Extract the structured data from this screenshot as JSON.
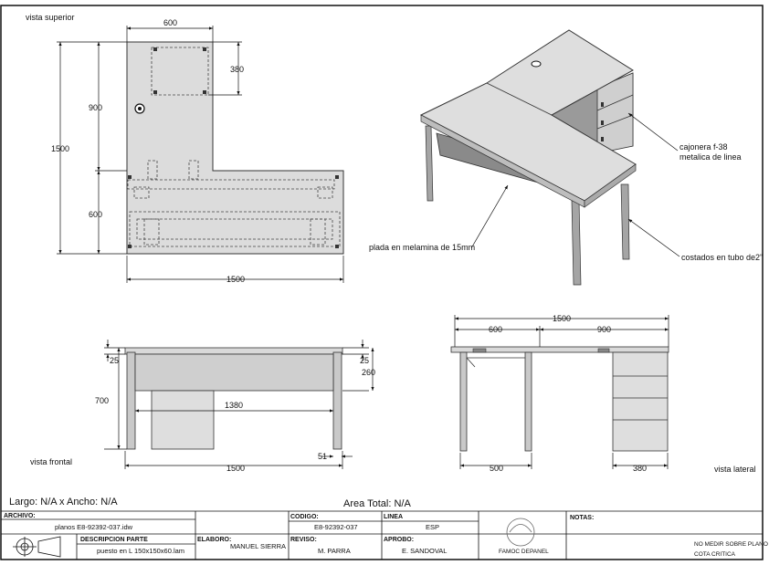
{
  "views": {
    "top": "vista superior",
    "front": "vista frontal",
    "side": "vista lateral"
  },
  "dims": {
    "top_w600": "600",
    "top_h380": "380",
    "top_h900": "900",
    "top_h1500": "1500",
    "top_h600": "600",
    "top_w1500": "1500",
    "front_25a": "25",
    "front_25b": "25",
    "front_260": "260",
    "front_700": "700",
    "front_1380": "1380",
    "front_51": "51",
    "front_1500": "1500",
    "side_1500": "1500",
    "side_600": "600",
    "side_900": "900",
    "side_500": "500",
    "side_380": "380"
  },
  "callouts": {
    "cajonera1": "cajonera f-38",
    "cajonera2": "metalica de linea",
    "plada": "plada en melamina de 15mm",
    "costados": "costados en tubo de2\""
  },
  "summary": {
    "largo": "Largo: N/A x Ancho: N/A",
    "area": "Area Total: N/A"
  },
  "title_block": {
    "archivo_h": "ARCHIVO:",
    "archivo": "planos E8-92392-037.idw",
    "desc_h": "DESCRIPCION PARTE",
    "desc": "puesto en L 150x150x60.lam",
    "elaboro_h": "ELABORO:",
    "elaboro": "MANUEL SIERRA",
    "codigo_h": "CODIGO:",
    "codigo": "E8-92392-037",
    "reviso_h": "REVISO:",
    "reviso": "M. PARRA",
    "linea_h": "LINEA",
    "linea": "ESP",
    "aprobo_h": "APROBO:",
    "aprobo": "E. SANDOVAL",
    "logo": "FAMOC DEPANEL",
    "notas_h": "NOTAS:",
    "nota1": "NO MEDIR SOBRE PLANO",
    "nota2": "COTA CRITICA"
  }
}
